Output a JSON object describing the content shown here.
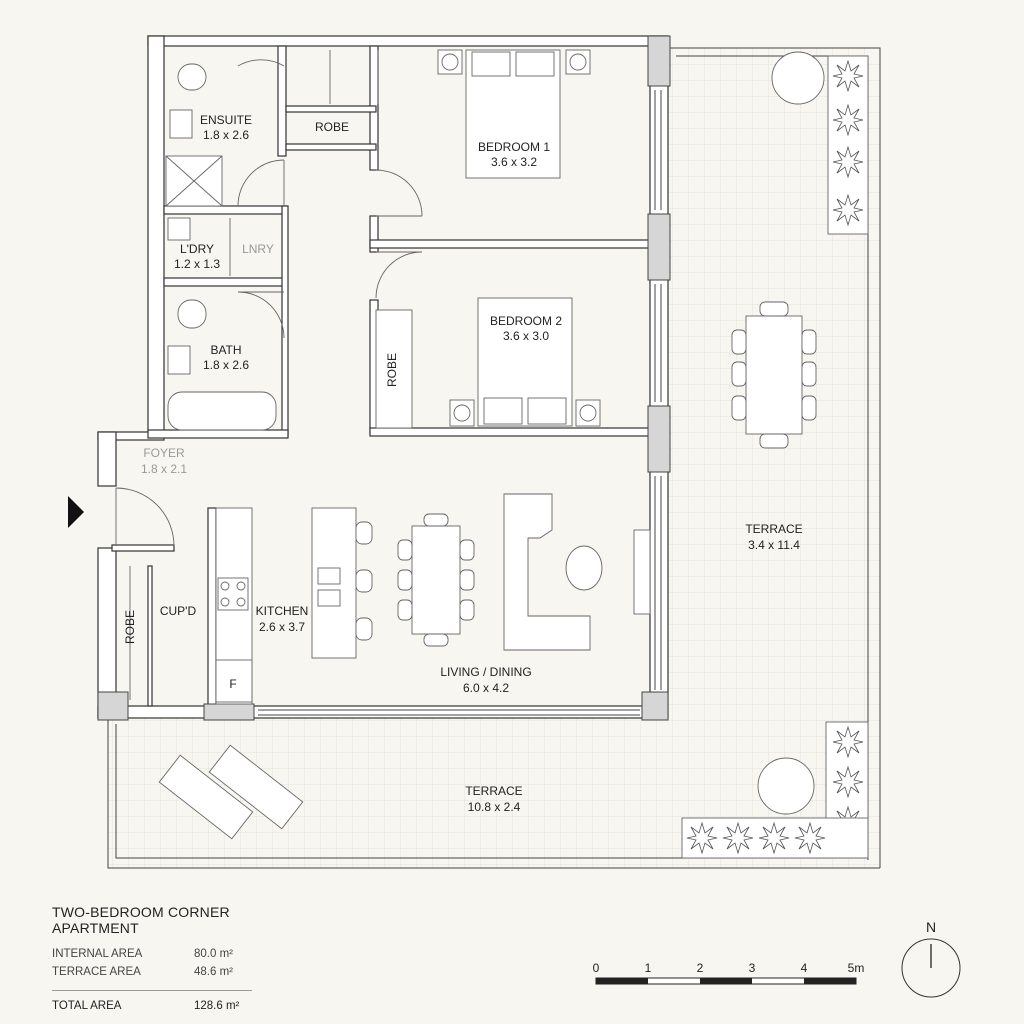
{
  "title": "TWO-BEDROOM CORNER APARTMENT",
  "rooms": {
    "ensuite": {
      "name": "ENSUITE",
      "dim": "1.8 x 2.6"
    },
    "robe1": {
      "name": "ROBE"
    },
    "bedroom1": {
      "name": "BEDROOM 1",
      "dim": "3.6 x 3.2"
    },
    "laundry": {
      "name": "L'DRY",
      "dim": "1.2 x 1.3"
    },
    "lnry_cupboard": {
      "name": "LNRY"
    },
    "bedroom2": {
      "name": "BEDROOM 2",
      "dim": "3.6 x 3.0"
    },
    "robe2": {
      "name": "ROBE"
    },
    "bath": {
      "name": "BATH",
      "dim": "1.8 x 2.6"
    },
    "foyer": {
      "name": "FOYER",
      "dim": "1.8 x 2.1"
    },
    "robe3": {
      "name": "ROBE"
    },
    "cupboard": {
      "name": "CUP'D"
    },
    "kitchen": {
      "name": "KITCHEN",
      "dim": "2.6 x 3.7"
    },
    "fridge": {
      "name": "F"
    },
    "living": {
      "name": "LIVING / DINING",
      "dim": "6.0 x 4.2"
    },
    "terrace_east": {
      "name": "TERRACE",
      "dim": "3.4 x 11.4"
    },
    "terrace_south": {
      "name": "TERRACE",
      "dim": "10.8 x 2.4"
    }
  },
  "areas": [
    {
      "label": "INTERNAL AREA",
      "value": "80.0 m²"
    },
    {
      "label": "TERRACE AREA",
      "value": "48.6 m²"
    }
  ],
  "total": {
    "label": "TOTAL AREA",
    "value": "128.6 m²"
  },
  "scale": {
    "ticks": [
      "0",
      "1",
      "2",
      "3",
      "4",
      "5m"
    ]
  },
  "north": {
    "label": "N"
  },
  "colors": {
    "background": "#f8f6f1",
    "wall": "#333333",
    "column": "#d6d6d6",
    "grid": "#e4e2dc"
  }
}
